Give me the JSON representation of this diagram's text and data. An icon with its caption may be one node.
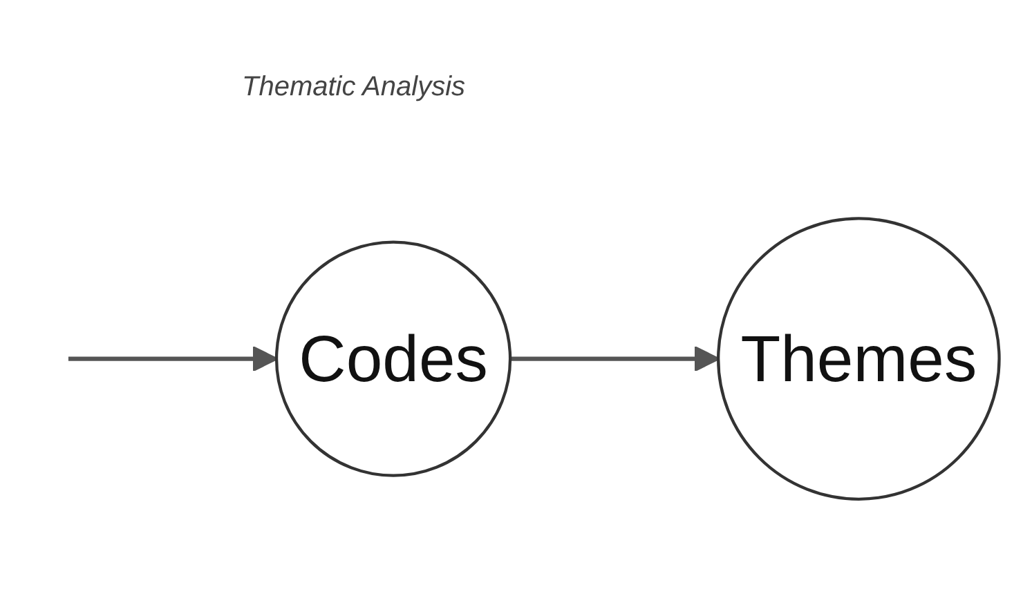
{
  "diagram": {
    "nodes": [
      {
        "text": [
          "Codes"
        ]
      },
      {
        "text": [
          "Themes"
        ]
      }
    ],
    "edges": [
      {
        "from": null,
        "to": 0,
        "arrow": "to"
      },
      {
        "from": 0,
        "to": 1,
        "arrow": "to"
      }
    ],
    "labels": [
      "Thematic Analysis"
    ]
  }
}
